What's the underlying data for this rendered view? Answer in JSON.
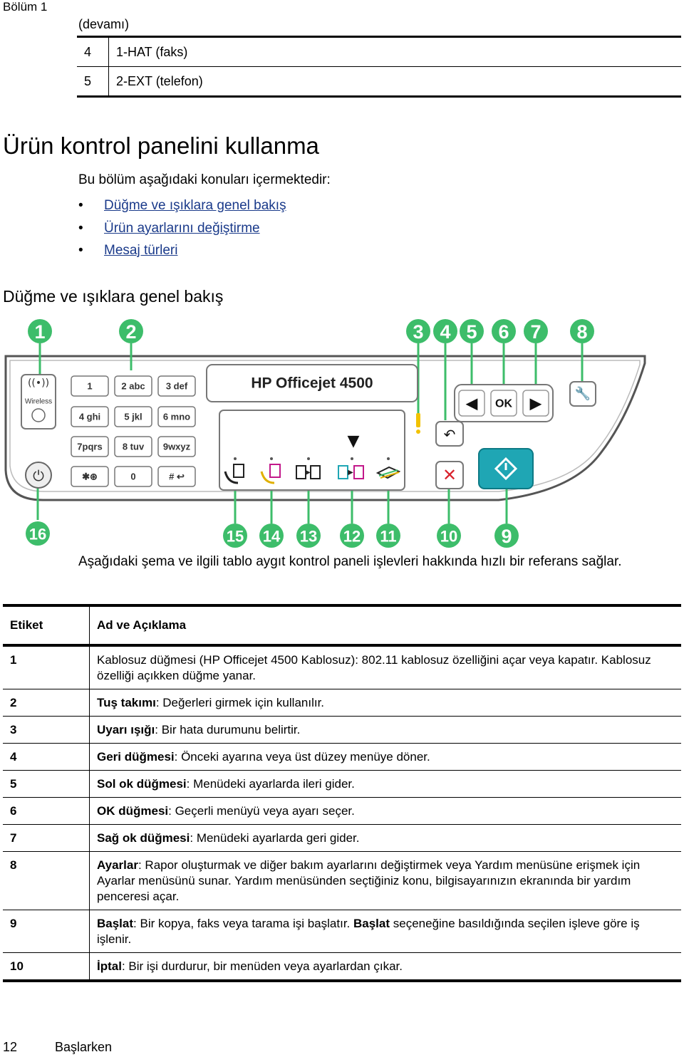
{
  "header": {
    "chapter": "Bölüm 1",
    "continued": "(devamı)"
  },
  "top_table": [
    {
      "num": "4",
      "text": "1-HAT (faks)"
    },
    {
      "num": "5",
      "text": "2-EXT (telefon)"
    }
  ],
  "section_title": "Ürün kontrol panelini kullanma",
  "intro": "Bu bölüm aşağıdaki konuları içermektedir:",
  "toc": [
    {
      "bullet": "•",
      "label": "Düğme ve ışıklara genel bakış"
    },
    {
      "bullet": "•",
      "label": "Ürün ayarlarını değiştirme"
    },
    {
      "bullet": "•",
      "label": "Mesaj türleri"
    }
  ],
  "subsection_title": "Düğme ve ışıklara genel bakış",
  "diagram": {
    "product_name": "HP Officejet 4500",
    "wireless_label": "Wireless",
    "ok_label": "OK",
    "keys": [
      "1",
      "2 abc",
      "3 def",
      "4 ghi",
      "5 jkl",
      "6 mno",
      "7pqrs",
      "8 tuv",
      "9wxyz",
      "✱⊛",
      "0",
      "# ↩"
    ],
    "callouts_top": [
      "1",
      "2",
      "3",
      "4",
      "5",
      "6",
      "7",
      "8"
    ],
    "callouts_bottom": [
      "16",
      "15",
      "14",
      "13",
      "12",
      "11",
      "10",
      "9"
    ],
    "accent_color": "#3dbd6a",
    "start_color": "#1fa6b4",
    "cancel_color": "#d9232d"
  },
  "lead": "Aşağıdaki şema ve ilgili tablo aygıt kontrol paneli işlevleri hakkında hızlı bir referans sağlar.",
  "table_headers": {
    "label": "Etiket",
    "desc": "Ad ve Açıklama"
  },
  "rows": [
    {
      "num": "1",
      "bold": "",
      "text": "Kablosuz düğmesi (HP Officejet 4500 Kablosuz): 802.11 kablosuz özelliğini açar veya kapatır. Kablosuz özelliği açıkken düğme yanar."
    },
    {
      "num": "2",
      "bold": "Tuş takımı",
      "text": ": Değerleri girmek için kullanılır."
    },
    {
      "num": "3",
      "bold": "Uyarı ışığı",
      "text": ": Bir hata durumunu belirtir."
    },
    {
      "num": "4",
      "bold": "Geri düğmesi",
      "text": ": Önceki ayarına veya üst düzey menüye döner."
    },
    {
      "num": "5",
      "bold": "Sol ok düğmesi",
      "text": ": Menüdeki ayarlarda ileri gider."
    },
    {
      "num": "6",
      "bold": "OK düğmesi",
      "text": ": Geçerli menüyü veya ayarı seçer."
    },
    {
      "num": "7",
      "bold": "Sağ ok düğmesi",
      "text": ": Menüdeki ayarlarda geri gider."
    },
    {
      "num": "8",
      "bold": "Ayarlar",
      "text": ": Rapor oluşturmak ve diğer bakım ayarlarını değiştirmek veya Yardım menüsüne erişmek için Ayarlar menüsünü sunar. Yardım menüsünden seçtiğiniz konu, bilgisayarınızın ekranında bir yardım penceresi açar."
    },
    {
      "num": "9",
      "bold": "Başlat",
      "text": ": Bir kopya, faks veya tarama işi başlatır.",
      "bold2": "Başlat",
      "text2": " seçeneğine basıldığında seçilen işleve göre iş işlenir."
    },
    {
      "num": "10",
      "bold": "İptal",
      "text": ": Bir işi durdurur, bir menüden veya ayarlardan çıkar."
    }
  ],
  "footer": {
    "page": "12",
    "label": "Başlarken"
  }
}
